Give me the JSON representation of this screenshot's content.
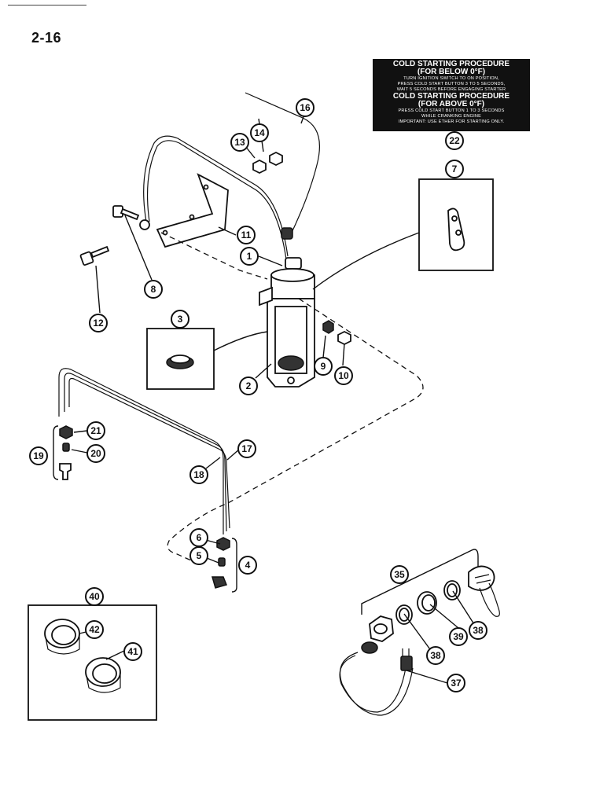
{
  "page_number": "2-16",
  "decal": {
    "title_below": "COLD STARTING PROCEDURE",
    "subtitle_below": "(FOR BELOW 0°F)",
    "text_below_1": "TURN IGNITION SWITCH TO ON POSITION,",
    "text_below_2": "PRESS COLD START BUTTON 3 TO 5 SECONDS,",
    "text_below_3": "WAIT 5 SECONDS BEFORE ENGAGING STARTER",
    "title_above": "COLD STARTING PROCEDURE",
    "subtitle_above": "(FOR ABOVE 0°F)",
    "text_above_1": "PRESS COLD START BUTTON 1 TO 3 SECONDS",
    "text_above_2": "WHILE CRANKING ENGINE",
    "important": "IMPORTANT: USE ETHER FOR STARTING ONLY."
  },
  "callouts": {
    "c1": "1",
    "c2": "2",
    "c3": "3",
    "c4": "4",
    "c5": "5",
    "c6": "6",
    "c7": "7",
    "c8": "8",
    "c9": "9",
    "c10": "10",
    "c11": "11",
    "c12": "12",
    "c13": "13",
    "c14": "14",
    "c16": "16",
    "c17": "17",
    "c18": "18",
    "c19": "19",
    "c20": "20",
    "c21": "21",
    "c22": "22",
    "c35": "35",
    "c37": "37",
    "c38a": "38",
    "c38b": "38",
    "c39": "39",
    "c40": "40",
    "c41": "41",
    "c42": "42"
  }
}
